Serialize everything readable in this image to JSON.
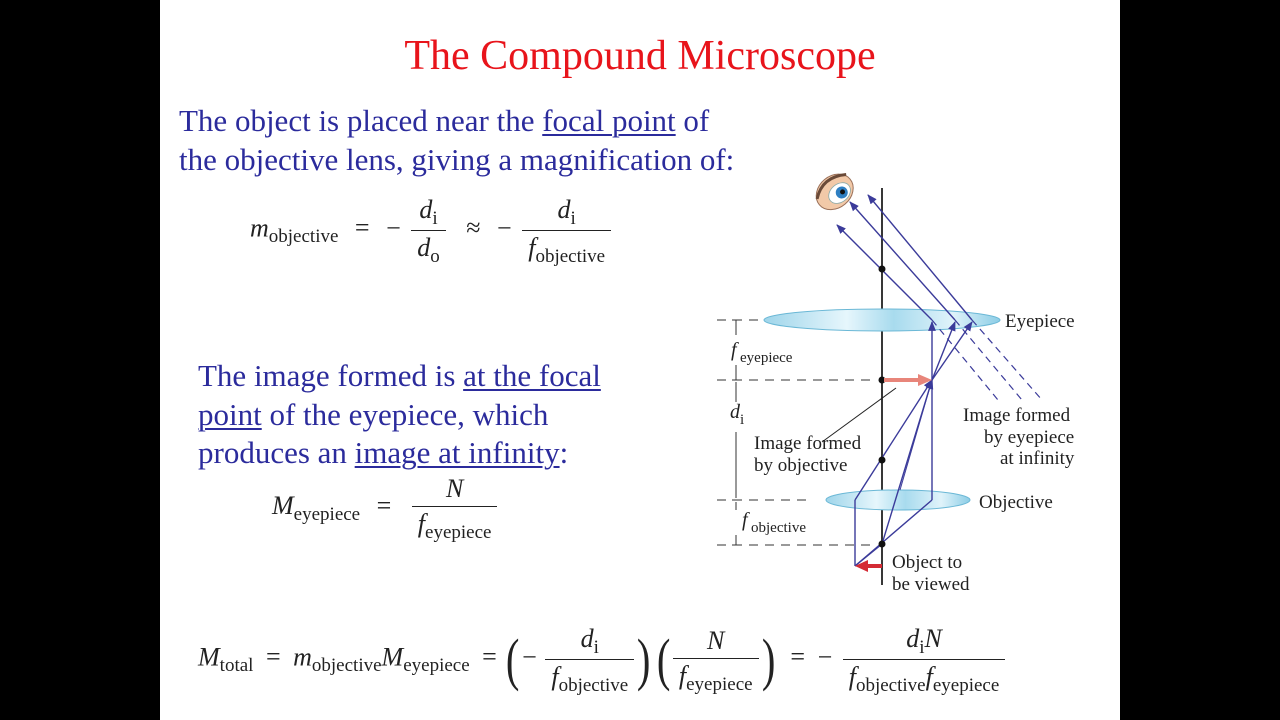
{
  "slide": {
    "title": "The Compound Microscope",
    "paragraph1": {
      "t1": "The object is placed near the ",
      "link1": "focal point",
      "t2": " of the objective lens, giving a magnification of:"
    },
    "equation1": {
      "lhs_var": "m",
      "lhs_sub": "objective",
      "eq": "=",
      "minus1": "−",
      "frac1_num_var": "d",
      "frac1_num_sub": "i",
      "frac1_den_var": "d",
      "frac1_den_sub": "o",
      "approx": "≈",
      "minus2": "−",
      "frac2_num_var": "d",
      "frac2_num_sub": "i",
      "frac2_den_var": "f",
      "frac2_den_sub": "objective"
    },
    "paragraph2": {
      "t1": "The image formed is ",
      "link1": "at the focal point",
      "t2": " of the eyepiece, which produces an ",
      "link2": "image at infinity",
      "t3": ":"
    },
    "equation2": {
      "lhs_var": "M",
      "lhs_sub": "eyepiece",
      "eq": "=",
      "num": "N",
      "den_var": "f",
      "den_sub": "eyepiece"
    },
    "equation3": {
      "lhs_var": "M",
      "lhs_sub": "total",
      "eq1": "=",
      "m_var": "m",
      "m_sub": "objective",
      "M_var": "M",
      "M_sub": "eyepiece",
      "eq2": "=",
      "lparen1": "(",
      "minus1": "−",
      "f1_num_var": "d",
      "f1_num_sub": "i",
      "f1_den_var": "f",
      "f1_den_sub": "objective",
      "rparen1": ")",
      "lparen2": "(",
      "f2_num": "N",
      "f2_den_var": "f",
      "f2_den_sub": "eyepiece",
      "rparen2": ")",
      "eq3": "=",
      "minus2": "−",
      "f3_num_d": "d",
      "f3_num_sub": "i",
      "f3_num_N": "N",
      "f3_den_f1": "f",
      "f3_den_sub1": "objective",
      "f3_den_f2": "f",
      "f3_den_sub2": "eyepiece"
    }
  },
  "diagram": {
    "labels": {
      "eyepiece": "Eyepiece",
      "objective": "Objective",
      "image_objective_1": "Image formed",
      "image_objective_2": "by objective",
      "image_infinity_1": "Image formed",
      "image_infinity_2": "by eyepiece",
      "image_infinity_3": "at infinity",
      "object_1": "Object to",
      "object_2": "be viewed",
      "f_eyepiece_var": "f",
      "f_eyepiece_sub": "eyepiece",
      "di_var": "d",
      "di_sub": "i",
      "f_objective_var": "f",
      "f_objective_sub": "objective"
    },
    "colors": {
      "ray": "#3b3b9a",
      "image_arrow": "#e8857a",
      "object_arrow": "#d42b35",
      "lens_fill": "#bfe4f2",
      "lens_edge": "#7cc3df"
    }
  }
}
